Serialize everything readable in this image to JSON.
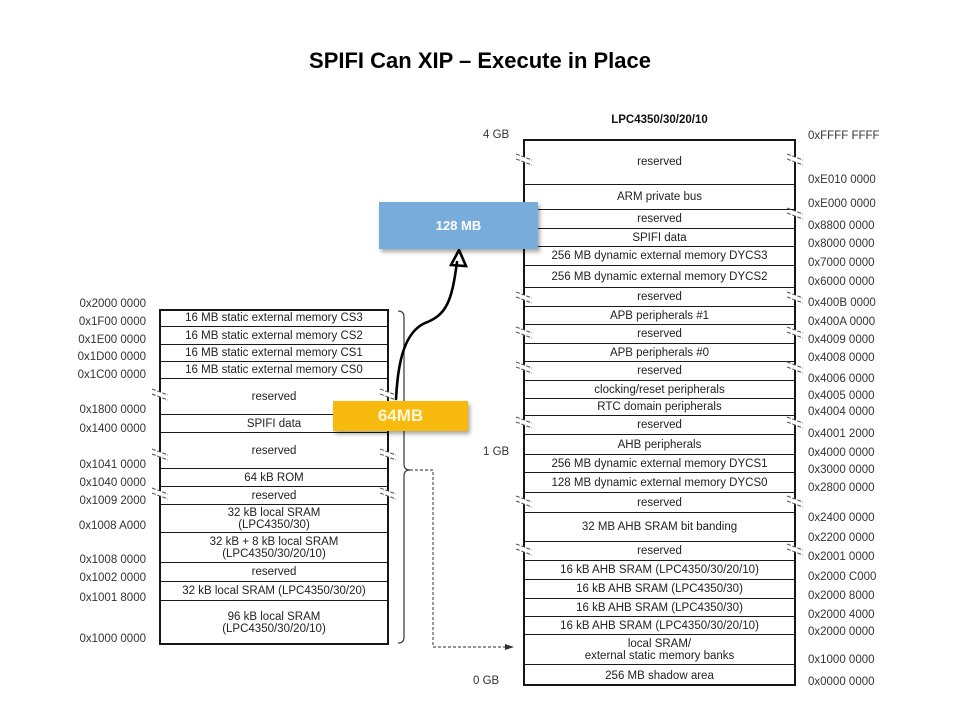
{
  "title": "SPIFI Can XIP – Execute in Place",
  "colors": {
    "callout_blue": "#78acdb",
    "callout_gold": "#f8ba0c",
    "lines": "#1a1a1a"
  },
  "callouts": {
    "spifi_128": "128 MB",
    "spifi_64": "64MB"
  },
  "right_diagram": {
    "heading": "LPC4350/30/20/10",
    "size_labels": {
      "top": "4 GB",
      "middle": "1 GB",
      "bottom": "0 GB"
    },
    "regions": [
      {
        "label": "reserved",
        "reserved": true
      },
      {
        "label": "ARM private bus"
      },
      {
        "label": "reserved",
        "reserved": true
      },
      {
        "label": "SPIFI data"
      },
      {
        "label": "256 MB dynamic external memory DYCS3"
      },
      {
        "label": "256 MB dynamic external memory DYCS2"
      },
      {
        "label": "reserved",
        "reserved": true
      },
      {
        "label": "APB peripherals #1"
      },
      {
        "label": "reserved",
        "reserved": true
      },
      {
        "label": "APB peripherals #0"
      },
      {
        "label": "reserved",
        "reserved": true
      },
      {
        "label": "clocking/reset peripherals"
      },
      {
        "label": "RTC domain peripherals"
      },
      {
        "label": "reserved",
        "reserved": true
      },
      {
        "label": "AHB peripherals"
      },
      {
        "label": "256 MB dynamic external memory DYCS1"
      },
      {
        "label": "128 MB dynamic external memory DYCS0"
      },
      {
        "label": "reserved",
        "reserved": true
      },
      {
        "label": "32 MB AHB SRAM bit  banding"
      },
      {
        "label": "reserved",
        "reserved": true
      },
      {
        "label": "16 kB AHB SRAM (LPC4350/30/20/10)"
      },
      {
        "label": "16 kB AHB SRAM (LPC4350/30)"
      },
      {
        "label": "16 kB AHB SRAM (LPC4350/30)"
      },
      {
        "label": "16 kB AHB SRAM (LPC4350/30/20/10)"
      },
      {
        "label": "local SRAM/\nexternal static memory banks"
      },
      {
        "label": "256 MB shadow area"
      }
    ],
    "addresses": [
      "0xFFFF FFFF",
      "0xE010 0000",
      "0xE000 0000",
      "0x8800 0000",
      "0x8000 0000",
      "0x7000 0000",
      "0x6000 0000",
      "0x400B 0000",
      "0x400A 0000",
      "0x4009 0000",
      "0x4008 0000",
      "0x4006 0000",
      "0x4005 0000",
      "0x4004 0000",
      "0x4001 2000",
      "0x4000 0000",
      "0x3000 0000",
      "0x2800 0000",
      "0x2400 0000",
      "0x2200 0000",
      "0x2001 0000",
      "0x2000 C000",
      "0x2000 8000",
      "0x2000 4000",
      "0x2000 0000",
      "0x1000 0000",
      "0x0000 0000"
    ]
  },
  "left_diagram": {
    "regions": [
      {
        "label": "16 MB  static external memory CS3"
      },
      {
        "label": "16 MB  static external memory CS2"
      },
      {
        "label": "16 MB  static external memory CS1"
      },
      {
        "label": "16 MB  static external memory CS0"
      },
      {
        "label": "reserved",
        "reserved": true
      },
      {
        "label": "SPIFI data"
      },
      {
        "label": "reserved",
        "reserved": true
      },
      {
        "label": "64 kB ROM"
      },
      {
        "label": "reserved",
        "reserved": true
      },
      {
        "label": "32 kB local SRAM\n(LPC4350/30)"
      },
      {
        "label": "32 kB  + 8 kB local SRAM\n(LPC4350/30/20/10)"
      },
      {
        "label": "reserved",
        "reserved": true
      },
      {
        "label": "32 kB  local SRAM (LPC4350/30/20)"
      },
      {
        "label": "96 kB  local SRAM\n(LPC4350/30/20/10)"
      }
    ],
    "addresses": [
      "0x2000 0000",
      "0x1F00 0000",
      "0x1E00 0000",
      "0x1D00 0000",
      "0x1C00 0000",
      "0x1800 0000",
      "0x1400 0000",
      "0x1041 0000",
      "0x1040 0000",
      "0x1009 2000",
      "0x1008 A000",
      "0x1008 0000",
      "0x1002 0000",
      "0x1001 8000",
      "0x1000 0000"
    ]
  }
}
